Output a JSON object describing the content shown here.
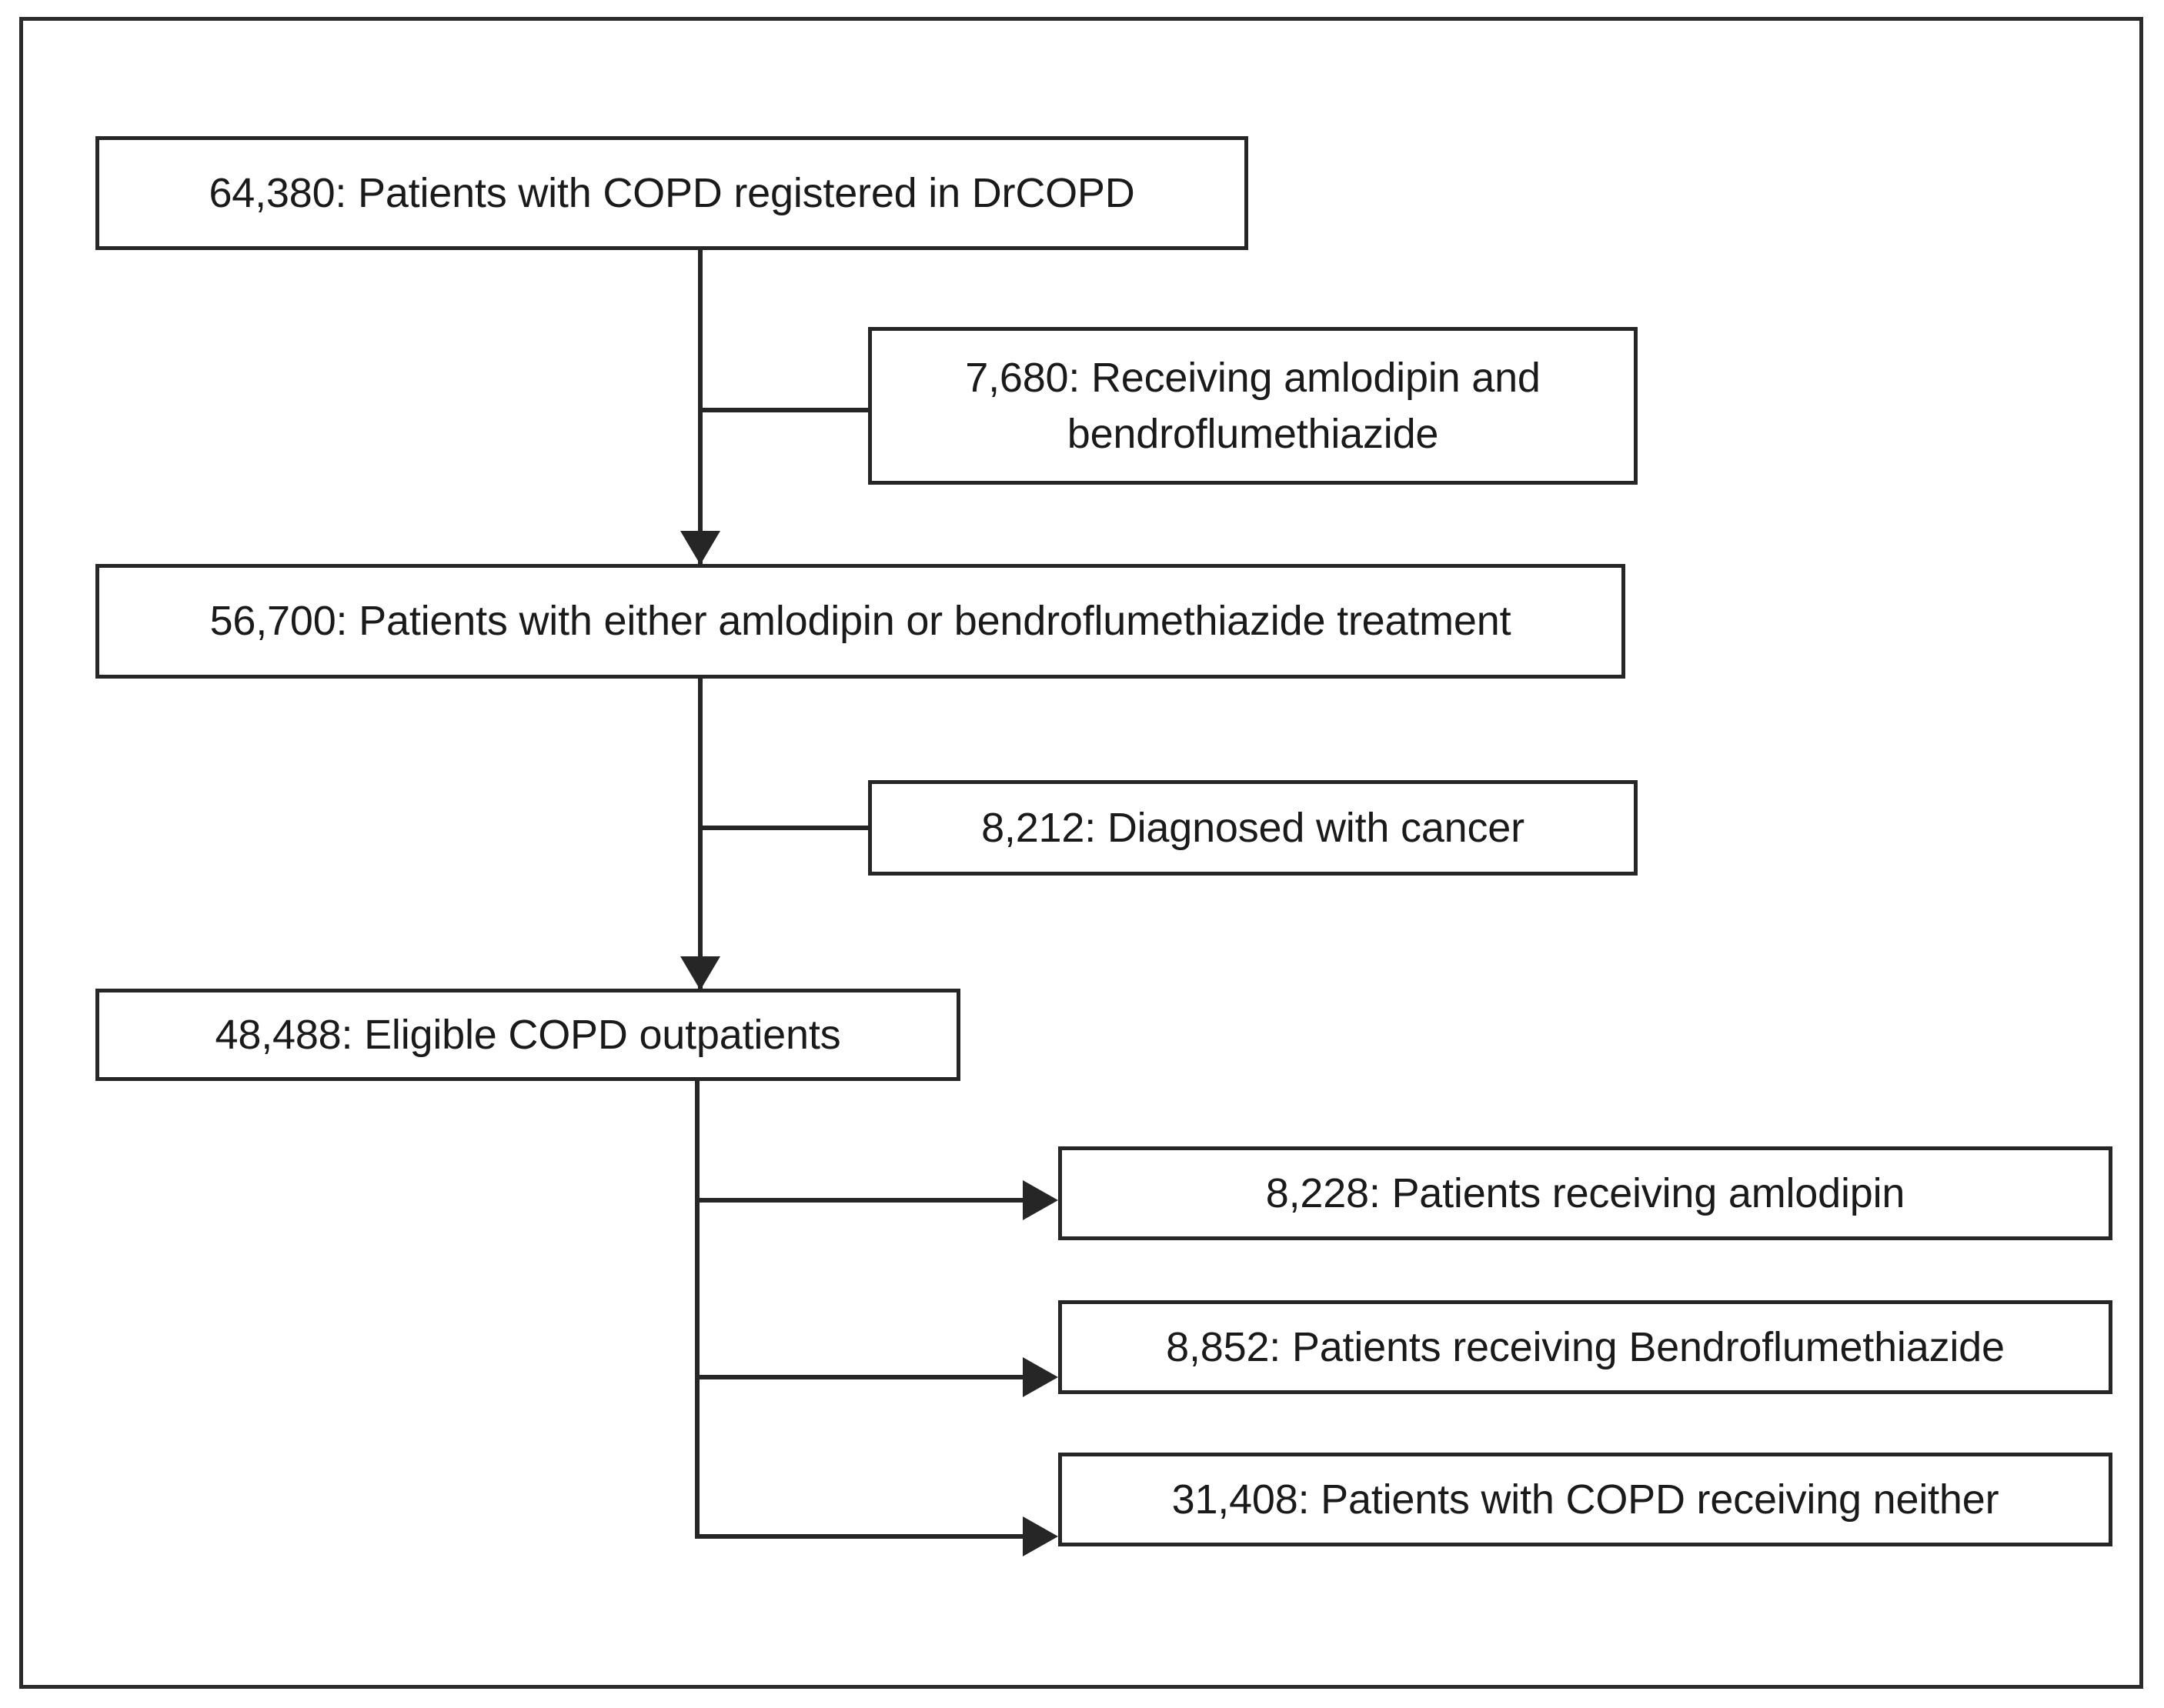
{
  "figure": {
    "type": "flowchart",
    "orientation": "top-to-bottom with side exclusions",
    "border_color": "#2b2b2b",
    "node_border_color": "#262626",
    "background": "#ffffff"
  },
  "nodes": {
    "total_registered": {
      "id": "n1",
      "label": "64,380: Patients with COPD registered in DrCOPD",
      "count": 64380,
      "role": "source-population"
    },
    "excluded_both_drugs": {
      "id": "x1",
      "label_line1": "7,680: Receiving amlodipin and",
      "label_line2": "bendroflumethiazide",
      "count": 7680,
      "role": "exclusion"
    },
    "either_treatment": {
      "id": "n2",
      "label": "56,700: Patients with either amlodipin or bendroflumethiazide treatment",
      "count": 56700,
      "role": "intermediate-population"
    },
    "excluded_cancer": {
      "id": "x2",
      "label": "8,212: Diagnosed with cancer",
      "count": 8212,
      "role": "exclusion"
    },
    "eligible": {
      "id": "n3",
      "label": "48,488: Eligible COPD outpatients",
      "count": 48488,
      "role": "analysis-population"
    },
    "arm_amlodipin": {
      "id": "a1",
      "label": "8,228: Patients receiving amlodipin",
      "count": 8228,
      "role": "study-arm"
    },
    "arm_bendroflumethiazide": {
      "id": "a2",
      "label": "8,852: Patients receiving Bendroflumethiazide",
      "count": 8852,
      "role": "study-arm"
    },
    "arm_neither": {
      "id": "a3",
      "label": "31,408: Patients with COPD receiving neither",
      "count": 31408,
      "role": "study-arm"
    }
  },
  "edges": [
    {
      "from": "total_registered",
      "to": "either_treatment",
      "kind": "arrow-down"
    },
    {
      "from": "total_registered",
      "to": "excluded_both_drugs",
      "kind": "branch-right"
    },
    {
      "from": "either_treatment",
      "to": "eligible",
      "kind": "arrow-down"
    },
    {
      "from": "either_treatment",
      "to": "excluded_cancer",
      "kind": "branch-right"
    },
    {
      "from": "eligible",
      "to": "arm_amlodipin",
      "kind": "arrow-right"
    },
    {
      "from": "eligible",
      "to": "arm_bendroflumethiazide",
      "kind": "arrow-right"
    },
    {
      "from": "eligible",
      "to": "arm_neither",
      "kind": "arrow-right"
    }
  ]
}
